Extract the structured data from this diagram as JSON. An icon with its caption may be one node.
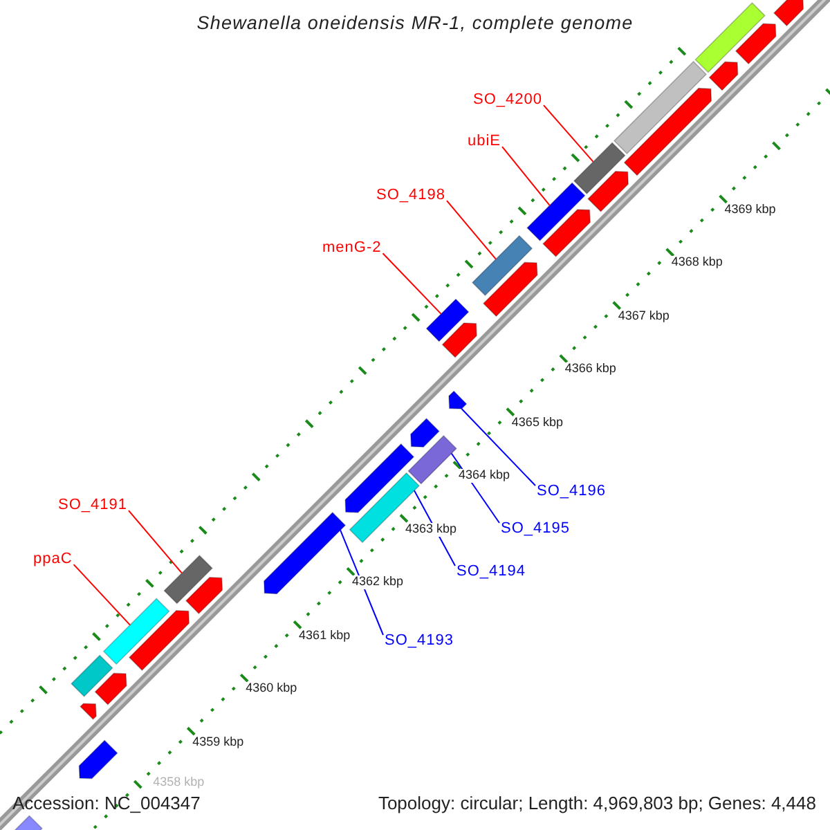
{
  "diagram": {
    "title": "Shewanella oneidensis MR-1, complete genome",
    "nodes": [
      {
        "text": [
          "SO_4200"
        ]
      },
      {
        "text": [
          "ubiE"
        ]
      },
      {
        "text": [
          "SO_4198"
        ]
      },
      {
        "text": [
          "menG-2"
        ]
      },
      {
        "text": [
          "SO_4196"
        ]
      },
      {
        "text": [
          "SO_4195"
        ]
      },
      {
        "text": [
          "SO_4194"
        ]
      },
      {
        "text": [
          "SO_4191"
        ]
      },
      {
        "text": [
          "ppaC"
        ]
      },
      {
        "text": [
          "SO_4193"
        ]
      },
      {
        "text": [],
        "shape": "arrow"
      },
      {
        "text": [],
        "shape": "arrow"
      },
      {
        "text": [],
        "shape": "arrow"
      },
      {
        "text": [],
        "shape": "bar"
      },
      {
        "text": [],
        "shape": "arrow"
      },
      {
        "text": [],
        "shape": "bar"
      },
      {
        "text": [],
        "shape": "arrow"
      },
      {
        "text": [],
        "shape": "bar"
      },
      {
        "text": [],
        "shape": "arrow"
      },
      {
        "text": [],
        "shape": "arrow"
      },
      {
        "text": [],
        "shape": "bar"
      },
      {
        "text": [],
        "shape": "arrow"
      },
      {
        "text": [],
        "shape": "bar"
      },
      {
        "text": [],
        "shape": "arrow"
      },
      {
        "text": [],
        "shape": "arrow"
      },
      {
        "text": [],
        "shape": "bar"
      },
      {
        "text": [],
        "shape": "arrow"
      },
      {
        "text": [],
        "shape": "arrow"
      },
      {
        "text": [],
        "shape": "bar"
      },
      {
        "text": [],
        "shape": "bar"
      },
      {
        "text": [],
        "shape": "arrow"
      },
      {
        "text": [],
        "shape": "arrow"
      },
      {
        "text": [],
        "shape": "bar"
      },
      {
        "text": [],
        "shape": "arrow"
      },
      {
        "text": [],
        "shape": "bar"
      },
      {
        "text": [],
        "shape": "arrow"
      },
      {
        "text": [],
        "shape": "bar"
      },
      {
        "text": [],
        "shape": "arrow"
      },
      {
        "text": [],
        "shape": "arrow"
      }
    ],
    "edges": [
      {
        "from": 0,
        "to": 32,
        "arrow": "none"
      },
      {
        "from": 1,
        "to": 29,
        "arrow": "none"
      },
      {
        "from": 2,
        "to": 28,
        "arrow": "none"
      },
      {
        "from": 3,
        "to": 25,
        "arrow": "none"
      },
      {
        "from": 4,
        "to": 24,
        "arrow": "none",
        "color": "#0000ff"
      },
      {
        "from": 5,
        "to": 22,
        "arrow": "none",
        "color": "#0000ff"
      },
      {
        "from": 6,
        "to": 20,
        "arrow": "none",
        "color": "#0000ff"
      },
      {
        "from": 7,
        "to": 17,
        "arrow": "none"
      },
      {
        "from": 8,
        "to": 15,
        "arrow": "none"
      },
      {
        "from": 9,
        "to": 19,
        "arrow": "none",
        "color": "#0000ff"
      }
    ],
    "labels": [
      "4369 kbp",
      "4368 kbp",
      "4367 kbp",
      "4366 kbp",
      "4365 kbp",
      "4364 kbp",
      "4363 kbp",
      "4362 kbp",
      "4361 kbp",
      "4360 kbp",
      "4359 kbp",
      "4358 kbp",
      "Accession: NC_004347",
      "Topology: circular; Length: 4,969,803 bp; Genes: 4,448"
    ]
  }
}
